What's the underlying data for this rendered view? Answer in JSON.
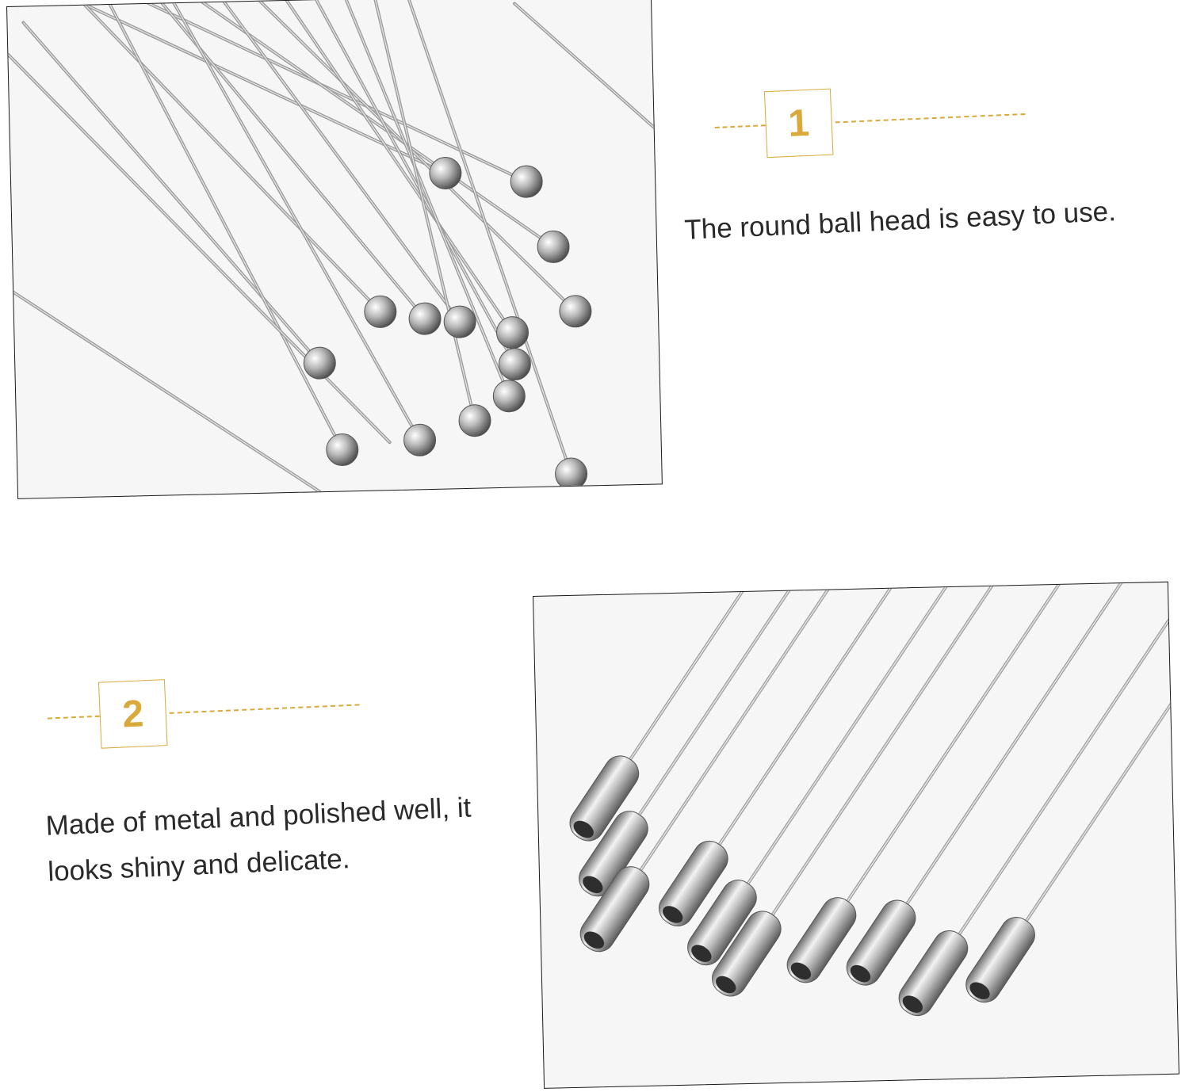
{
  "features": [
    {
      "number": "1",
      "text": "The round ball head is easy to use."
    },
    {
      "number": "2",
      "text": "Made of metal and polished well, it looks shiny and delicate."
    }
  ],
  "colors": {
    "accent": "#d9a93b",
    "text": "#2a2a2a",
    "frame": "#1a1a1a",
    "metal": "#a8a8a8"
  }
}
